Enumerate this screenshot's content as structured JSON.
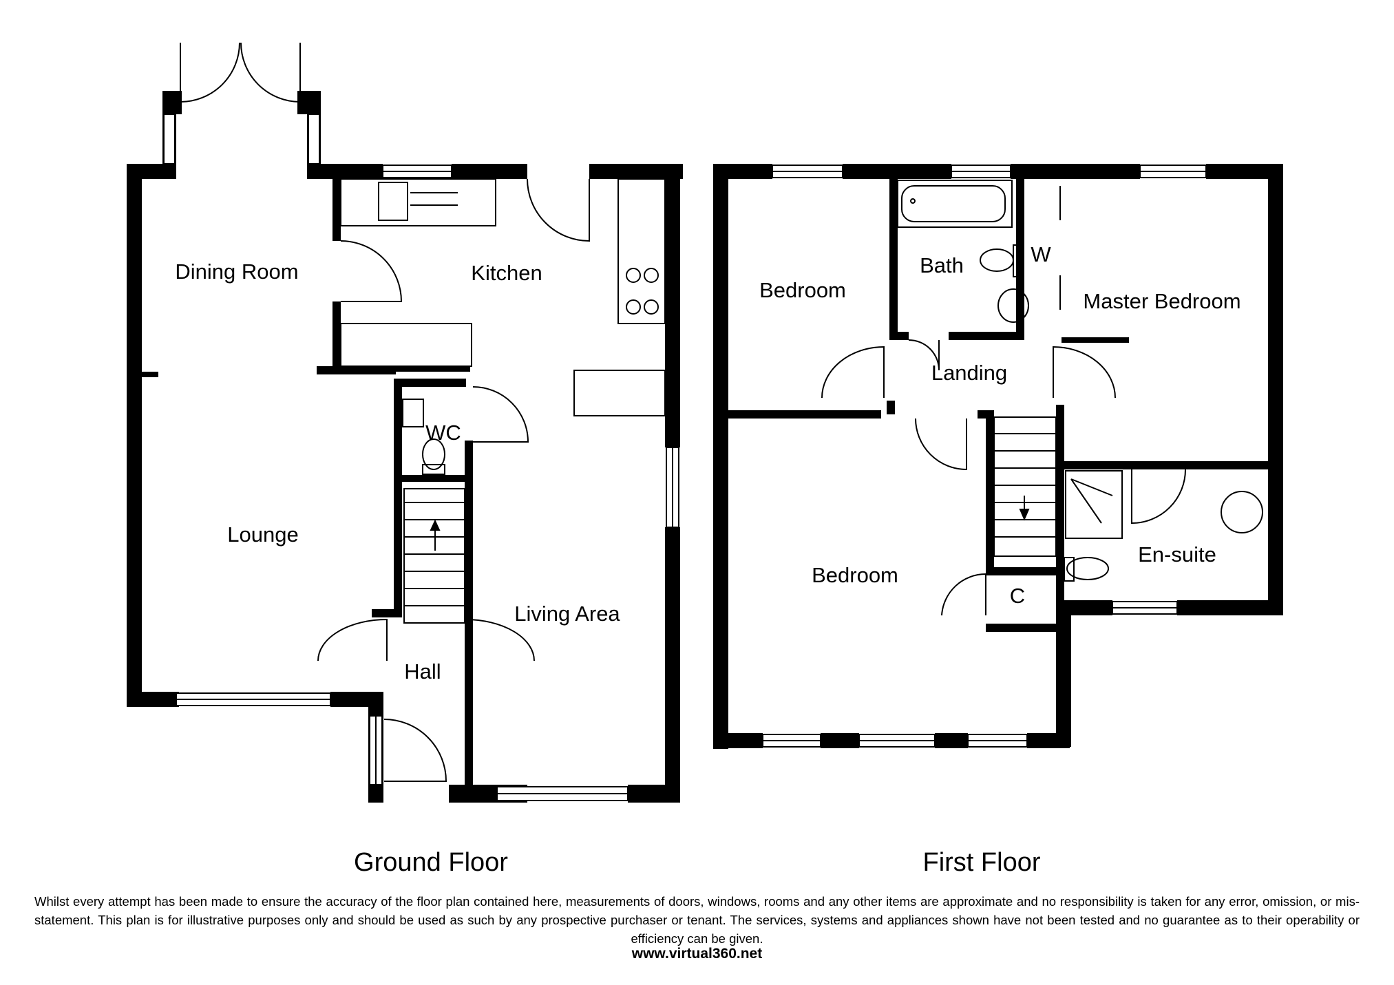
{
  "ground_floor": {
    "title": "Ground Floor",
    "rooms": {
      "dining_room": "Dining Room",
      "kitchen": "Kitchen",
      "wc": "WC",
      "lounge": "Lounge",
      "living_area": "Living Area",
      "hall": "Hall"
    }
  },
  "first_floor": {
    "title": "First Floor",
    "rooms": {
      "bedroom_1": "Bedroom",
      "bath": "Bath",
      "wardrobe": "W",
      "master_bedroom": "Master Bedroom",
      "landing": "Landing",
      "bedroom_2": "Bedroom",
      "en_suite": "En-suite",
      "cupboard": "C"
    }
  },
  "disclaimer": "Whilst every attempt has been made to ensure the accuracy of the floor plan contained here, measurements of doors, windows, rooms and any other items are approximate and no responsibility is taken for any error, omission, or mis-statement. This plan is for illustrative purposes only and should be used as such by any prospective purchaser or tenant. The services, systems and appliances shown have not been tested and no guarantee as to their operability or efficiency can be given.",
  "website": "www.virtual360.net"
}
